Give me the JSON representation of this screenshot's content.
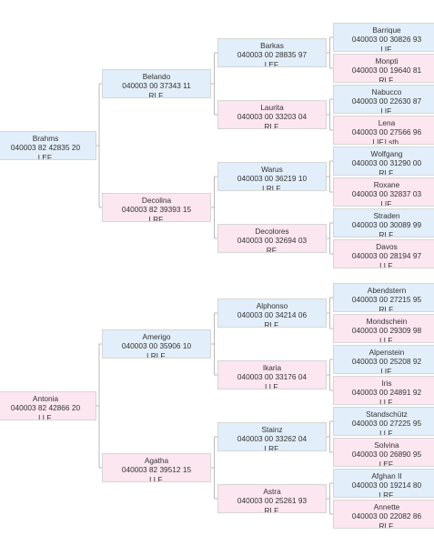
{
  "colors": {
    "male": "#e2eef9",
    "female": "#fce6f0",
    "border": "#d6d6d6",
    "line": "#b9b9b9"
  },
  "pedigrees": [
    {
      "name": "Brahms",
      "reg": "040003 82 42835 20",
      "code": "LEF.",
      "sex": "male",
      "sire": {
        "name": "Belando",
        "reg": "040003 00 37343 11",
        "code": "RLF.",
        "sex": "male",
        "sire": {
          "name": "Barkas",
          "reg": "040003 00 28835 97",
          "code": "LEF.",
          "sex": "male",
          "sire": {
            "name": "Barrique",
            "reg": "040003 00 30826 93",
            "code": "LIF.",
            "sex": "male"
          },
          "dam": {
            "name": "Monpti",
            "reg": "040003 00 19640 81",
            "code": "RLF.",
            "sex": "female"
          }
        },
        "dam": {
          "name": "Laurita",
          "reg": "040003 00 33203 04",
          "code": "RLF.",
          "sex": "female",
          "sire": {
            "name": "Nabucco",
            "reg": "040003 00 22630 87",
            "code": "LIF.",
            "sex": "male"
          },
          "dam": {
            "name": "Lena",
            "reg": "040003 00 27566 96",
            "code": "LIF.l.sth.",
            "sex": "female"
          }
        }
      },
      "dam": {
        "name": "Decolina",
        "reg": "040003 82 39393 15",
        "code": "LRF.",
        "sex": "female",
        "sire": {
          "name": "Warus",
          "reg": "040003 00 36219 10",
          "code": "LRLF.",
          "sex": "male",
          "sire": {
            "name": "Wolfgang",
            "reg": "040003 00 31290 00",
            "code": "RLF.",
            "sex": "male"
          },
          "dam": {
            "name": "Roxane",
            "reg": "040003 00 32837 03",
            "code": "LIF.",
            "sex": "female"
          }
        },
        "dam": {
          "name": "Decolores",
          "reg": "040003 00 32694 03",
          "code": "RF.",
          "sex": "female",
          "sire": {
            "name": "Straden",
            "reg": "040003 00 30089 99",
            "code": "RLF.",
            "sex": "male"
          },
          "dam": {
            "name": "Davos",
            "reg": "040003 00 28194 97",
            "code": "LLF.",
            "sex": "female"
          }
        }
      }
    },
    {
      "name": "Antonia",
      "reg": "040003 82 42866 20",
      "code": "LLF.",
      "sex": "female",
      "sire": {
        "name": "Amerigo",
        "reg": "040003 00 35906 10",
        "code": "LRLF.",
        "sex": "male",
        "sire": {
          "name": "Alphonso",
          "reg": "040003 00 34214 06",
          "code": "RLF.",
          "sex": "male",
          "sire": {
            "name": "Abendstern",
            "reg": "040003 00 27215 95",
            "code": "RLF.",
            "sex": "male"
          },
          "dam": {
            "name": "Mondschein",
            "reg": "040003 00 29309 98",
            "code": "LLF.",
            "sex": "female"
          }
        },
        "dam": {
          "name": "Ikaria",
          "reg": "040003 00 33176 04",
          "code": "LLF.",
          "sex": "female",
          "sire": {
            "name": "Alpenstein",
            "reg": "040003 00 25208 92",
            "code": "LIF.",
            "sex": "male"
          },
          "dam": {
            "name": "Iris",
            "reg": "040003 00 24891 92",
            "code": "LLF.",
            "sex": "female"
          }
        }
      },
      "dam": {
        "name": "Agatha",
        "reg": "040003 82 39512 15",
        "code": "LLF.",
        "sex": "female",
        "sire": {
          "name": "Stainz",
          "reg": "040003 00 33262 04",
          "code": "LRF.",
          "sex": "male",
          "sire": {
            "name": "Standschütz",
            "reg": "040003 00 27225 95",
            "code": "LLF.",
            "sex": "male"
          },
          "dam": {
            "name": "Solvina",
            "reg": "040003 00 26890 95",
            "code": "LEF.",
            "sex": "female"
          }
        },
        "dam": {
          "name": "Astra",
          "reg": "040003 00 25261 93",
          "code": "RLF.",
          "sex": "female",
          "sire": {
            "name": "Afghan II",
            "reg": "040003 00 19214 80",
            "code": "LRF.",
            "sex": "male"
          },
          "dam": {
            "name": "Annette",
            "reg": "040003 00 22082 86",
            "code": "RLF.",
            "sex": "female"
          }
        }
      }
    }
  ]
}
